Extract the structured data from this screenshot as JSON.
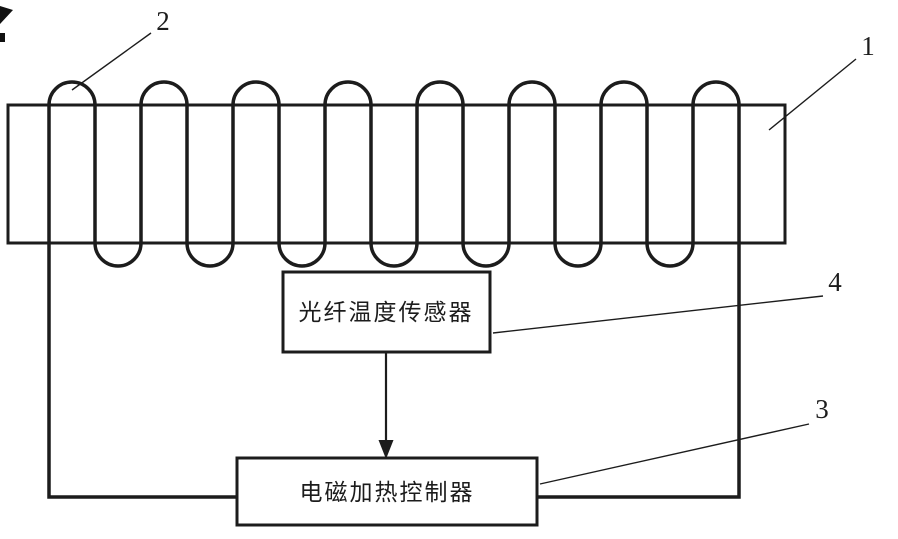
{
  "diagram": {
    "title": "induction-heating-system-diagram",
    "colors": {
      "line": "#1c1c1c",
      "text": "#1c1c1c",
      "background": "#ffffff"
    },
    "boxes": {
      "sensor_label": "光纤温度传感器",
      "controller_label": "电磁加热控制器"
    },
    "ref_labels": {
      "ref1": "1",
      "ref2": "2",
      "ref3": "3",
      "ref4": "4"
    }
  }
}
